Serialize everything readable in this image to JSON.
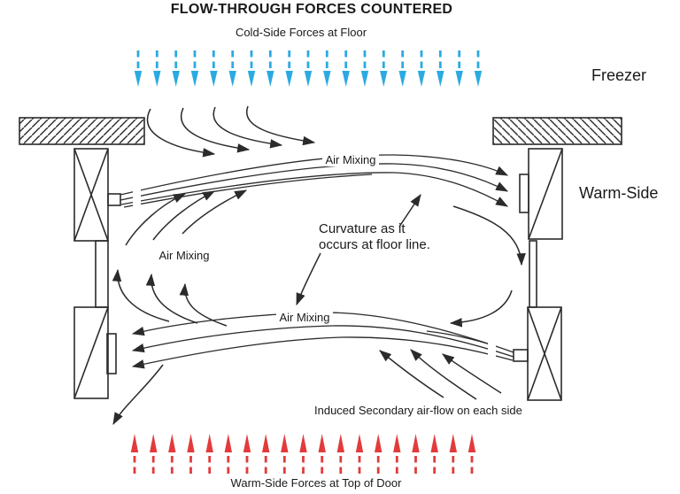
{
  "title": "FLOW-THROUGH FORCES COUNTERED",
  "labels": {
    "cold_side_forces": "Cold-Side Forces at Floor",
    "freezer": "Freezer",
    "warm_side": "Warm-Side",
    "air_mixing_top_door": "Air Mixing",
    "air_mixing_center": "Air Mixing",
    "air_mixing_bottom_door": "Air Mixing",
    "curvature_line1": "Curvature as it",
    "curvature_line2": "occurs at floor line.",
    "induced_flow": "Induced Secondary air-flow on each side",
    "warm_side_forces": "Warm-Side Forces at Top of Door"
  },
  "force_arrows": {
    "cold": {
      "count": 19,
      "color": "#2BAAE2",
      "direction": "down"
    },
    "warm": {
      "count": 19,
      "color": "#E23B3B",
      "direction": "up"
    }
  },
  "colors": {
    "line": "#2b2b2b",
    "text": "#1a1a1a",
    "background": "#ffffff"
  }
}
